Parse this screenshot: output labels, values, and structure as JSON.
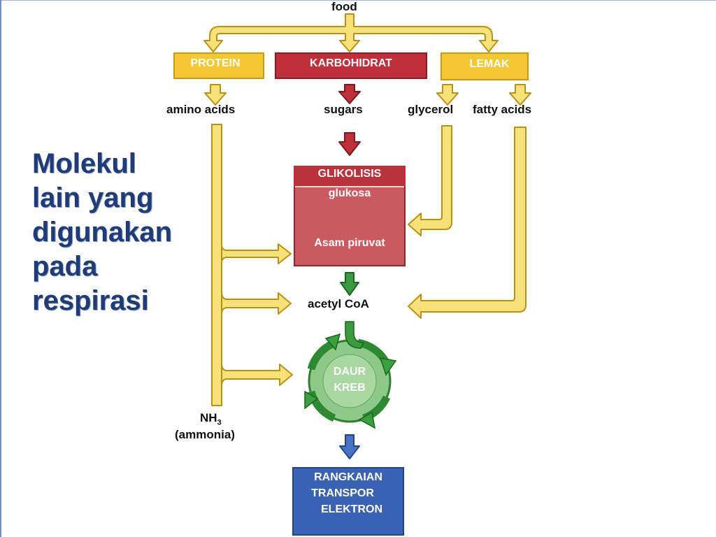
{
  "title_lines": [
    "Molekul",
    "lain yang",
    "digunakan",
    "pada",
    "respirasi"
  ],
  "food": "food",
  "protein": "PROTEIN",
  "karbohidrat": "KARBOHIDRAT",
  "lemak": "LEMAK",
  "amino_acids": "amino acids",
  "sugars": "sugars",
  "glycerol": "glycerol",
  "fatty_acids": "fatty acids",
  "glikolisis": "GLIKOLISIS",
  "glukosa": "glukosa",
  "asam_piruvat": "Asam piruvat",
  "acetyl_coa": "acetyl CoA",
  "krebs_line1": "DAUR",
  "krebs_line2": "KREB",
  "nh3_main": "NH",
  "nh3_sub": "3",
  "ammonia": "(ammonia)",
  "etc_line1": "RANGKAIAN",
  "etc_line2": "TRANSPOR",
  "etc_line3": "ELEKTRON",
  "colors": {
    "yellow": "#f4c832",
    "red": "#c0303a",
    "green": "#3a9a3e",
    "blue": "#3a62b4",
    "title_blue": "#1f3b78"
  }
}
